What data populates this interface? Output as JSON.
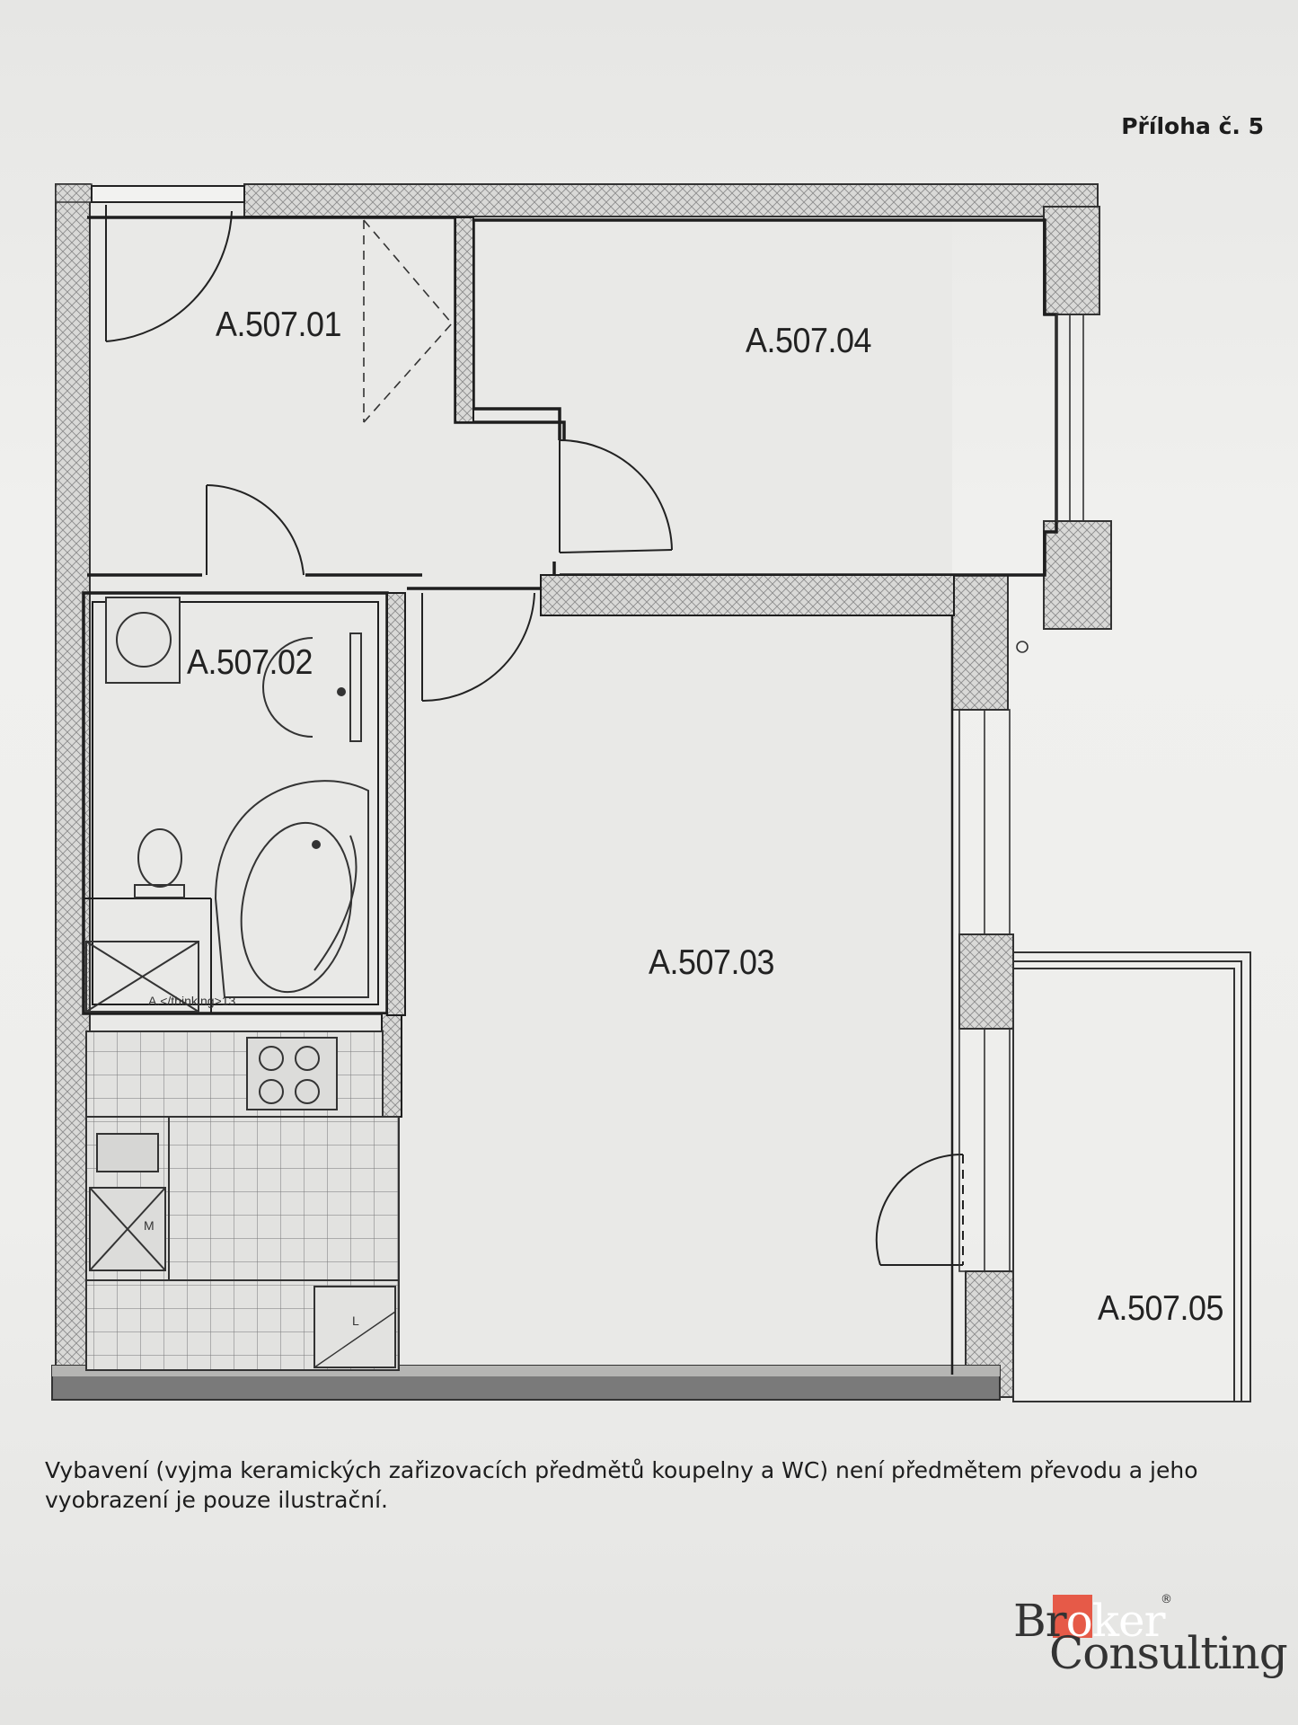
{
  "header": {
    "attachment_label": "Příloha č. 5"
  },
  "rooms": {
    "r01": "A.507.01",
    "r02": "A.507.02",
    "r03": "A.507.03",
    "r04": "A.507.04",
    "r05": "A.507.05",
    "wardrobe_tag": "A.</thinking>13",
    "fridge_tag": "M",
    "cabinet_tag": "L"
  },
  "caption": {
    "line1": "Vybavení (vyjma keramických zařizovacích předmětů koupelny a WC) není předmětem převodu a jeho",
    "line2": "vyobrazení je pouze ilustrační."
  },
  "logo": {
    "word1_a": "Br",
    "word1_b": "oker",
    "word2": "Consulting",
    "registered": "®"
  },
  "colors": {
    "wall_hatch": "#9a9a9a",
    "line": "#1e1e1e",
    "logo_red": "#e65a48"
  }
}
